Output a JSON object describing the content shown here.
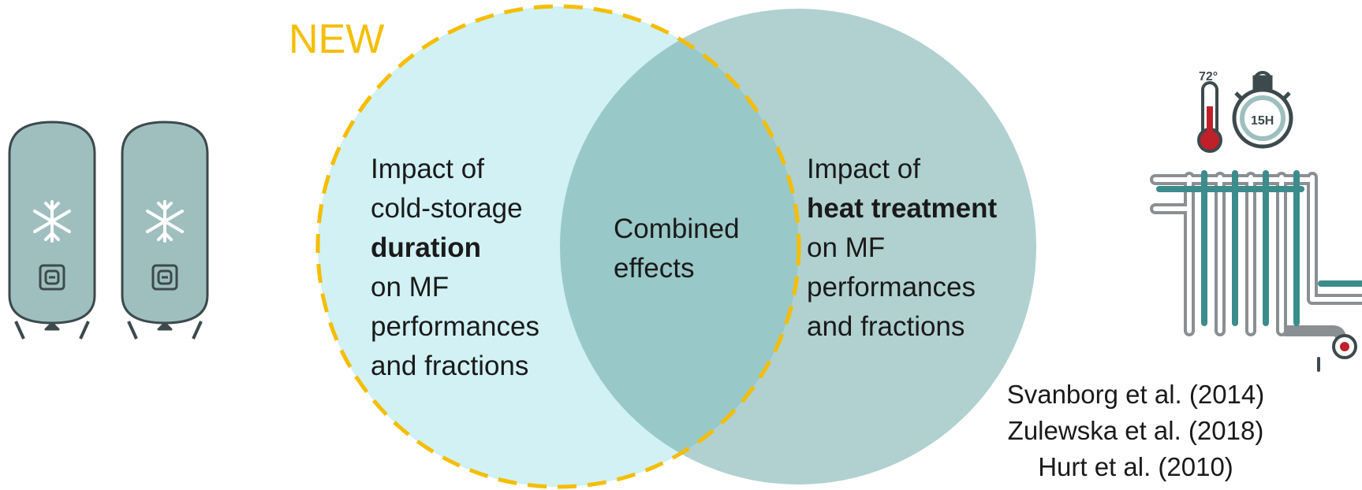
{
  "colors": {
    "left_circle_fill": "#d1f1f4",
    "right_circle_fill": "#b0d1d0",
    "overlap_fill": "#99c8c8",
    "dashed_outline": "#f5be00",
    "tank_fill": "#9fbfbf",
    "tank_outline": "#3d4a4d",
    "thermometer_red": "#c0202a"
  },
  "labels": {
    "new": "NEW",
    "left": {
      "line1": "Impact of",
      "line2": "cold-storage",
      "line3_bold": "duration",
      "line4": "on MF",
      "line5": "performances",
      "line6": "and fractions"
    },
    "center": {
      "line1": "Combined",
      "line2": "effects"
    },
    "right": {
      "line1": "Impact of",
      "line2_bold": "heat treatment",
      "line3": "on MF",
      "line4": "performances",
      "line5": "and fractions"
    }
  },
  "icons": {
    "temperature": "72°",
    "duration": "15H"
  },
  "references": [
    "Svanborg et al. (2014)",
    "Zulewska et al. (2018)",
    "Hurt et al. (2010)"
  ]
}
